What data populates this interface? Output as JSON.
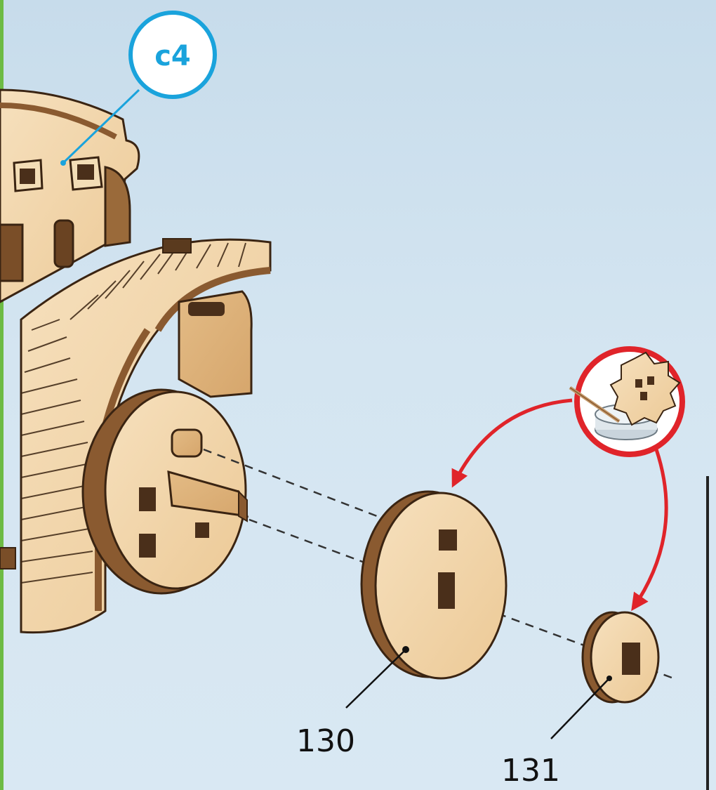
{
  "step_tag": "c4",
  "parts": [
    {
      "number": "130"
    },
    {
      "number": "131"
    }
  ],
  "icons": {
    "glue": "glue-application-icon"
  },
  "colors": {
    "step_tag_accent": "#1aa3dc",
    "glue_indicator": "#e0242a",
    "wood_face": "#f0d4a8",
    "wood_edge": "#8a5a30",
    "background": "#d4e5f1",
    "frame_left": "#6dbb44"
  }
}
